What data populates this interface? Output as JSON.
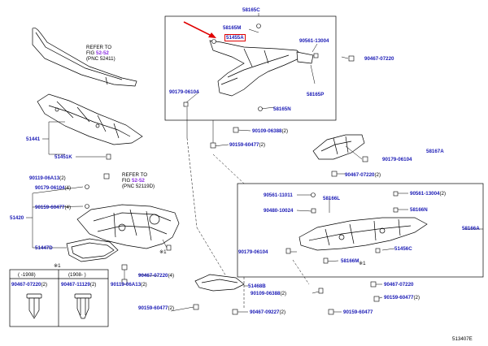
{
  "doc": {
    "code": "513407E"
  },
  "refs": {
    "ref1": {
      "line1": "REFER TO",
      "line2_prefix": "FIG ",
      "line2_fig": "52-52",
      "line3": "(PNC 52411)"
    },
    "ref2": {
      "line1": "REFER TO",
      "line2_prefix": "FIG ",
      "line2_fig": "52-52",
      "line3": "(PNC 52119D)"
    }
  },
  "labels": {
    "p58165C": "58165C",
    "p58165M": "58165M",
    "p51455A": "51455A",
    "p90561_13004_top": "90561-13004",
    "p90467_07220_top": "90467-07220",
    "p90179_06104_mid": "90179-06104",
    "p58165P": "58165P",
    "p58165N": "58165N",
    "p90109_06388_top": "90109-06388",
    "p90109_06388_top_q": "(2)",
    "p90159_60477_top": "90159-60477",
    "p90159_60477_top_q": "(2)",
    "p51441": "51441",
    "p51451K": "51451K",
    "p90119_06A13_a": "90119-06A13",
    "p90119_06A13_a_q": "(2)",
    "p90179_06104_left": "90179-06104",
    "p90179_06104_left_q": "(4)",
    "p90159_60477_left": "90159-60477",
    "p90159_60477_left_q": "(4)",
    "p51420": "51420",
    "p51447D": "51447D",
    "p90467_07220_bot": "90467-07220",
    "p90467_07220_bot_q": "(4)",
    "p90119_06A13_b": "90119-06A13",
    "p90119_06A13_b_q": "(2)",
    "p90159_60477_bot": "90159-60477",
    "p90159_60477_bot_q": "(2)",
    "p58167A": "58167A",
    "p90179_06104_right": "90179-06104",
    "p90467_07220_right": "90467-07220",
    "p90467_07220_right_q": "(2)",
    "p90561_11011": "90561-11011",
    "p58166L": "58166L",
    "p90480_10024": "90480-10024",
    "p90561_13004_r": "90561-13004",
    "p90561_13004_r_q": "(2)",
    "p58166N": "58166N",
    "p58166A": "58166A",
    "p90179_06104_r2": "90179-06104",
    "p51456C": "51456C",
    "p58166M": "58166M",
    "p51468B": "51468B",
    "p90109_06388_bot": "90109-06388",
    "p90109_06388_bot_q": "(2)",
    "p90467_07220_br": "90467-07220",
    "p90159_60477_br": "90159-60477",
    "p90159_60477_br_q": "(2)",
    "p90467_09227": "90467-09227",
    "p90467_09227_q": "(2)",
    "p90159_60477_bm": "90159-60477",
    "p_mark1": "※1",
    "p_mark2": "※1",
    "p_mark3": "※1"
  },
  "legend": {
    "col1_head": "(    -1908)",
    "col2_head": "(1908-    )",
    "col1_part": "90467-07220",
    "col1_q": "(2)",
    "col2_part": "90467-11129",
    "col2_q": "(2)"
  }
}
